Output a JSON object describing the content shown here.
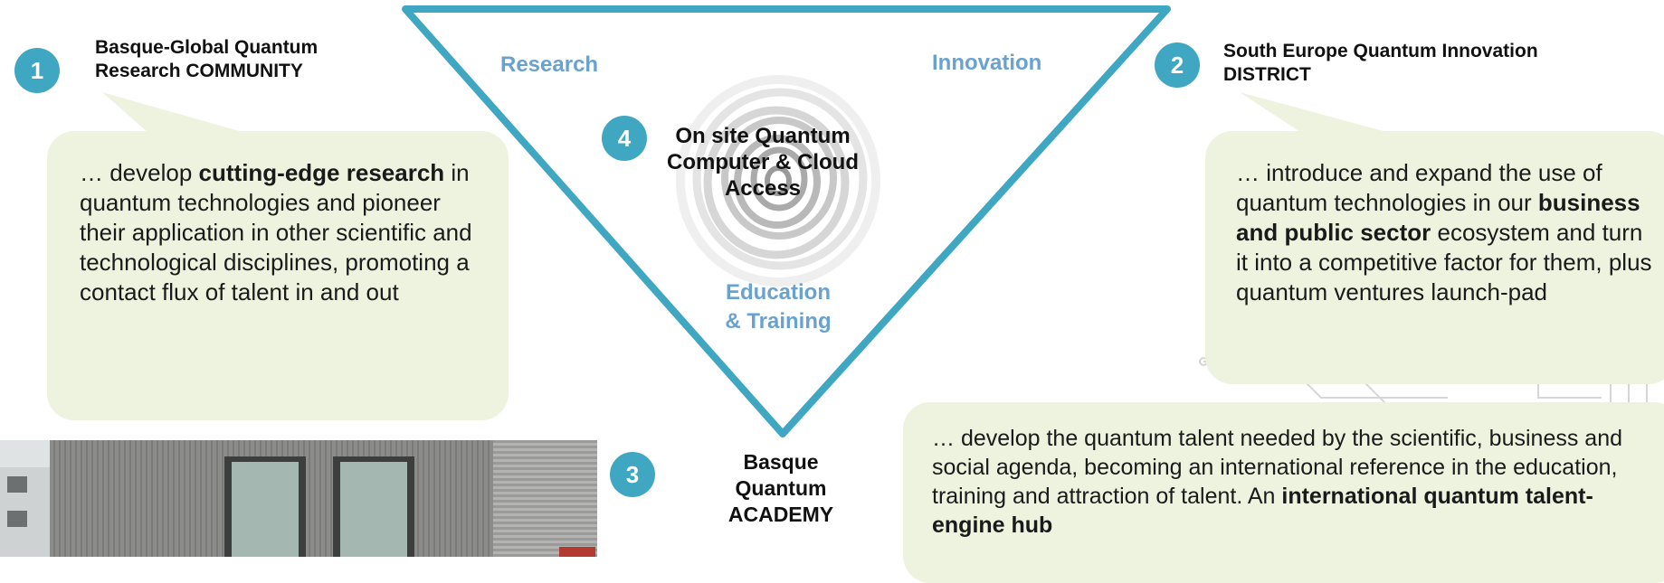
{
  "items": {
    "community": {
      "number": "1",
      "title_line1": "Basque-Global Quantum",
      "title_line2": "Research COMMUNITY",
      "text_pre": "… develop ",
      "text_bold": "cutting-edge research",
      "text_post": " in quantum technologies and pioneer their application in other scientific and technological disciplines, promoting a contact flux of talent in and out"
    },
    "district": {
      "number": "2",
      "title_line1": "South Europe Quantum Innovation",
      "title_line2": "DISTRICT",
      "text_pre": "… introduce and expand the use of quantum technologies in our ",
      "text_bold": "business and public sector",
      "text_post": " ecosystem and turn it into a competitive factor for them, plus quantum ventures launch-pad"
    },
    "academy": {
      "number": "3",
      "title_line1": "Basque",
      "title_line2": "Quantum",
      "title_line3": "ACADEMY",
      "text_pre": "… develop the quantum talent needed by the scientific, business and social agenda, becoming an international reference in the education, training and attraction of talent. An ",
      "text_bold": "international quantum talent-engine hub",
      "text_post": ""
    },
    "computer": {
      "number": "4",
      "title_line1": "On site Quantum",
      "title_line2": "Computer & Cloud",
      "title_line3": "Access"
    }
  },
  "triangle": {
    "research": "Research",
    "innovation": "Innovation",
    "education_line1": "Education",
    "education_line2": "& Training"
  },
  "colors": {
    "accent": "#3fa7c2",
    "bubble": "#eef3df",
    "label_blue": "#6aa2cf"
  },
  "icons": {
    "center": "swirl-icon",
    "decor": "circuit-lines"
  }
}
